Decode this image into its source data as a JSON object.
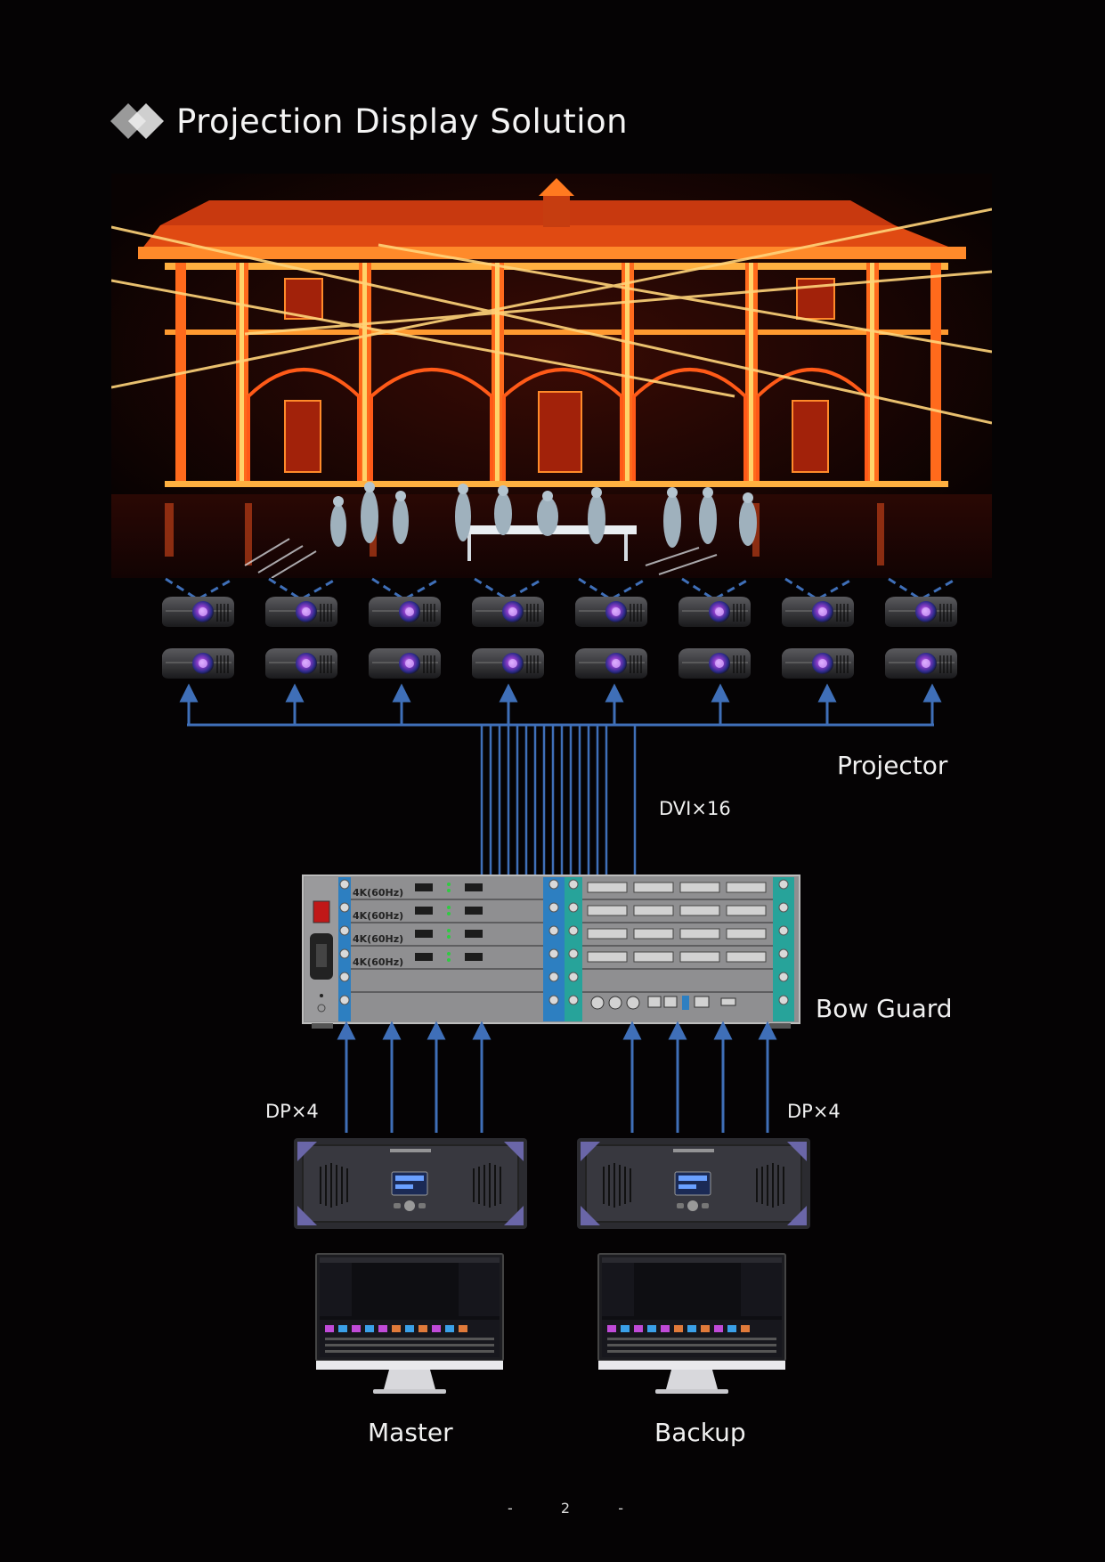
{
  "title": "Projection Display Solution",
  "labels": {
    "projector": "Projector",
    "dvi": "DVI×16",
    "bow_guard": "Bow Guard",
    "dp_left": "DP×4",
    "dp_right": "DP×4",
    "master": "Master",
    "backup": "Backup"
  },
  "card_labels": [
    "4K(60Hz)",
    "4K(60Hz)",
    "4K(60Hz)",
    "4K(60Hz)"
  ],
  "page_number": {
    "left_dash": "-",
    "number": "2",
    "right_dash": "-"
  },
  "colors": {
    "connector_blue": "#3f6fb8",
    "card_blue": "#2d7fc1",
    "card_teal": "#27a39a",
    "chassis_grey": "#8c8c8c",
    "background": "#050304"
  }
}
